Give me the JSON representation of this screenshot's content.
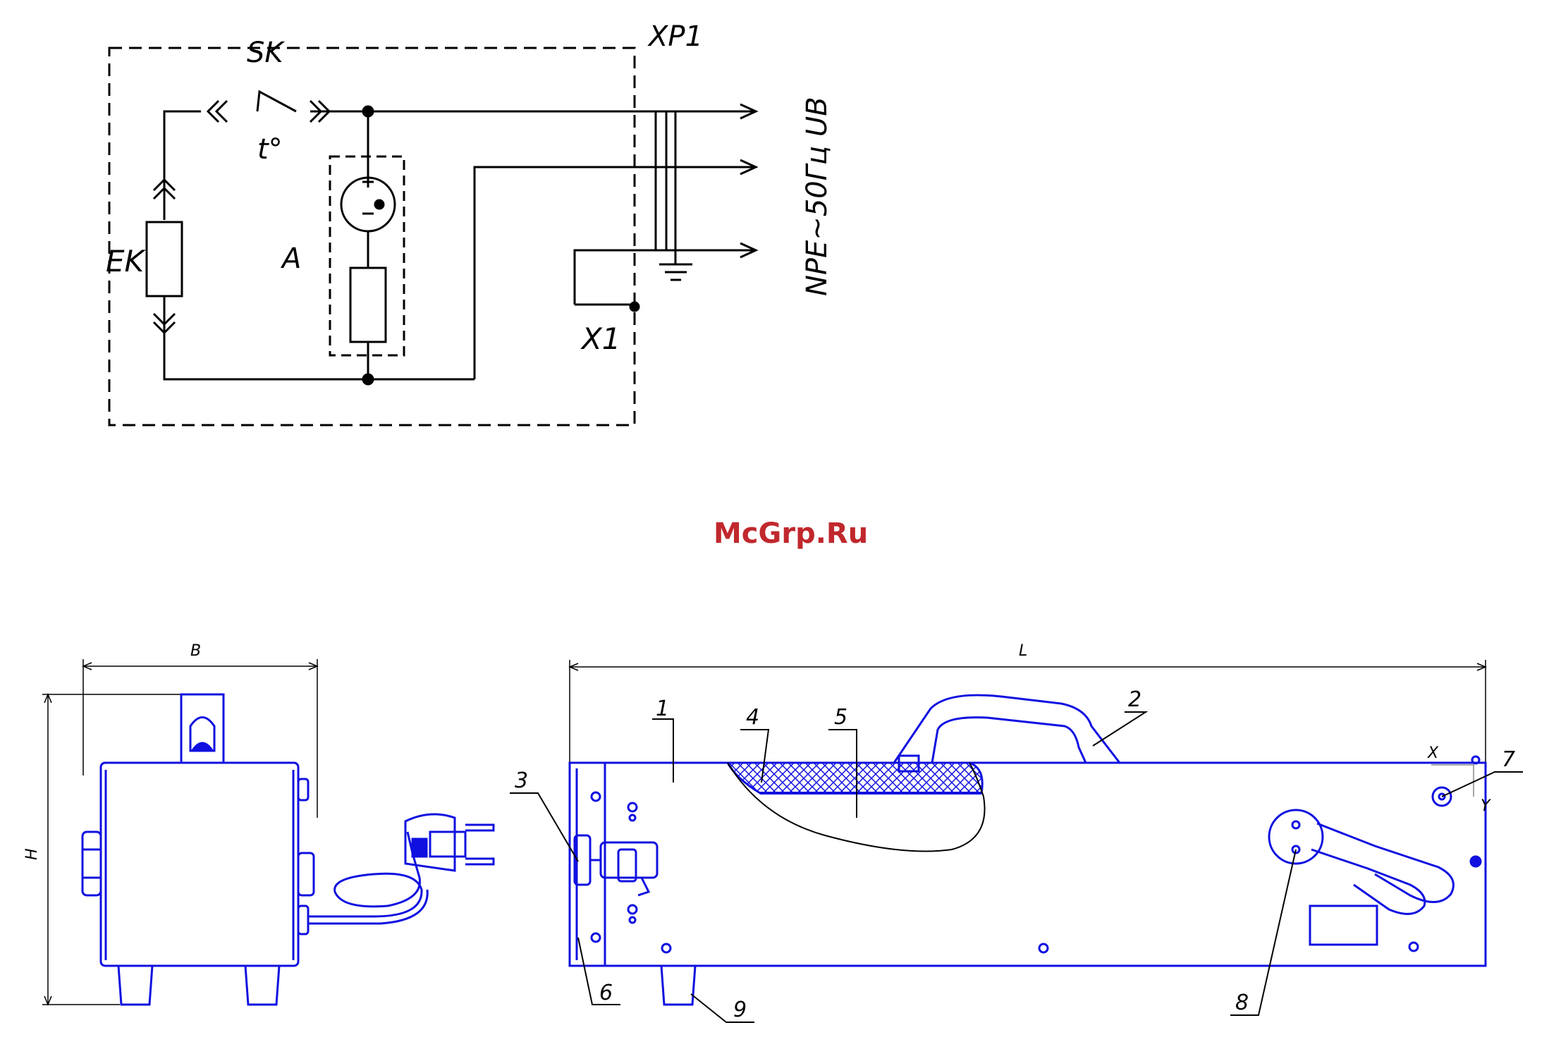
{
  "schematic": {
    "enclosure_label": "XP1",
    "switch_label": "SK",
    "switch_temp": "t°",
    "heater_label": "EK",
    "lamp_unit_label": "A",
    "terminal_label": "X1",
    "supply_label": "NPE~50Гц UВ"
  },
  "watermark": "McGrp.Ru",
  "front_view": {
    "width_dim": "B",
    "height_dim": "H"
  },
  "side_view": {
    "length_dim": "L",
    "callouts": [
      "1",
      "2",
      "3",
      "4",
      "5",
      "6",
      "7",
      "8",
      "9"
    ],
    "axis_x": "X",
    "axis_y": "Y"
  },
  "colors": {
    "schematic": "#000000",
    "drawing": "#1010e0",
    "hatch": "#1010e0",
    "watermark": "#c0282d"
  }
}
